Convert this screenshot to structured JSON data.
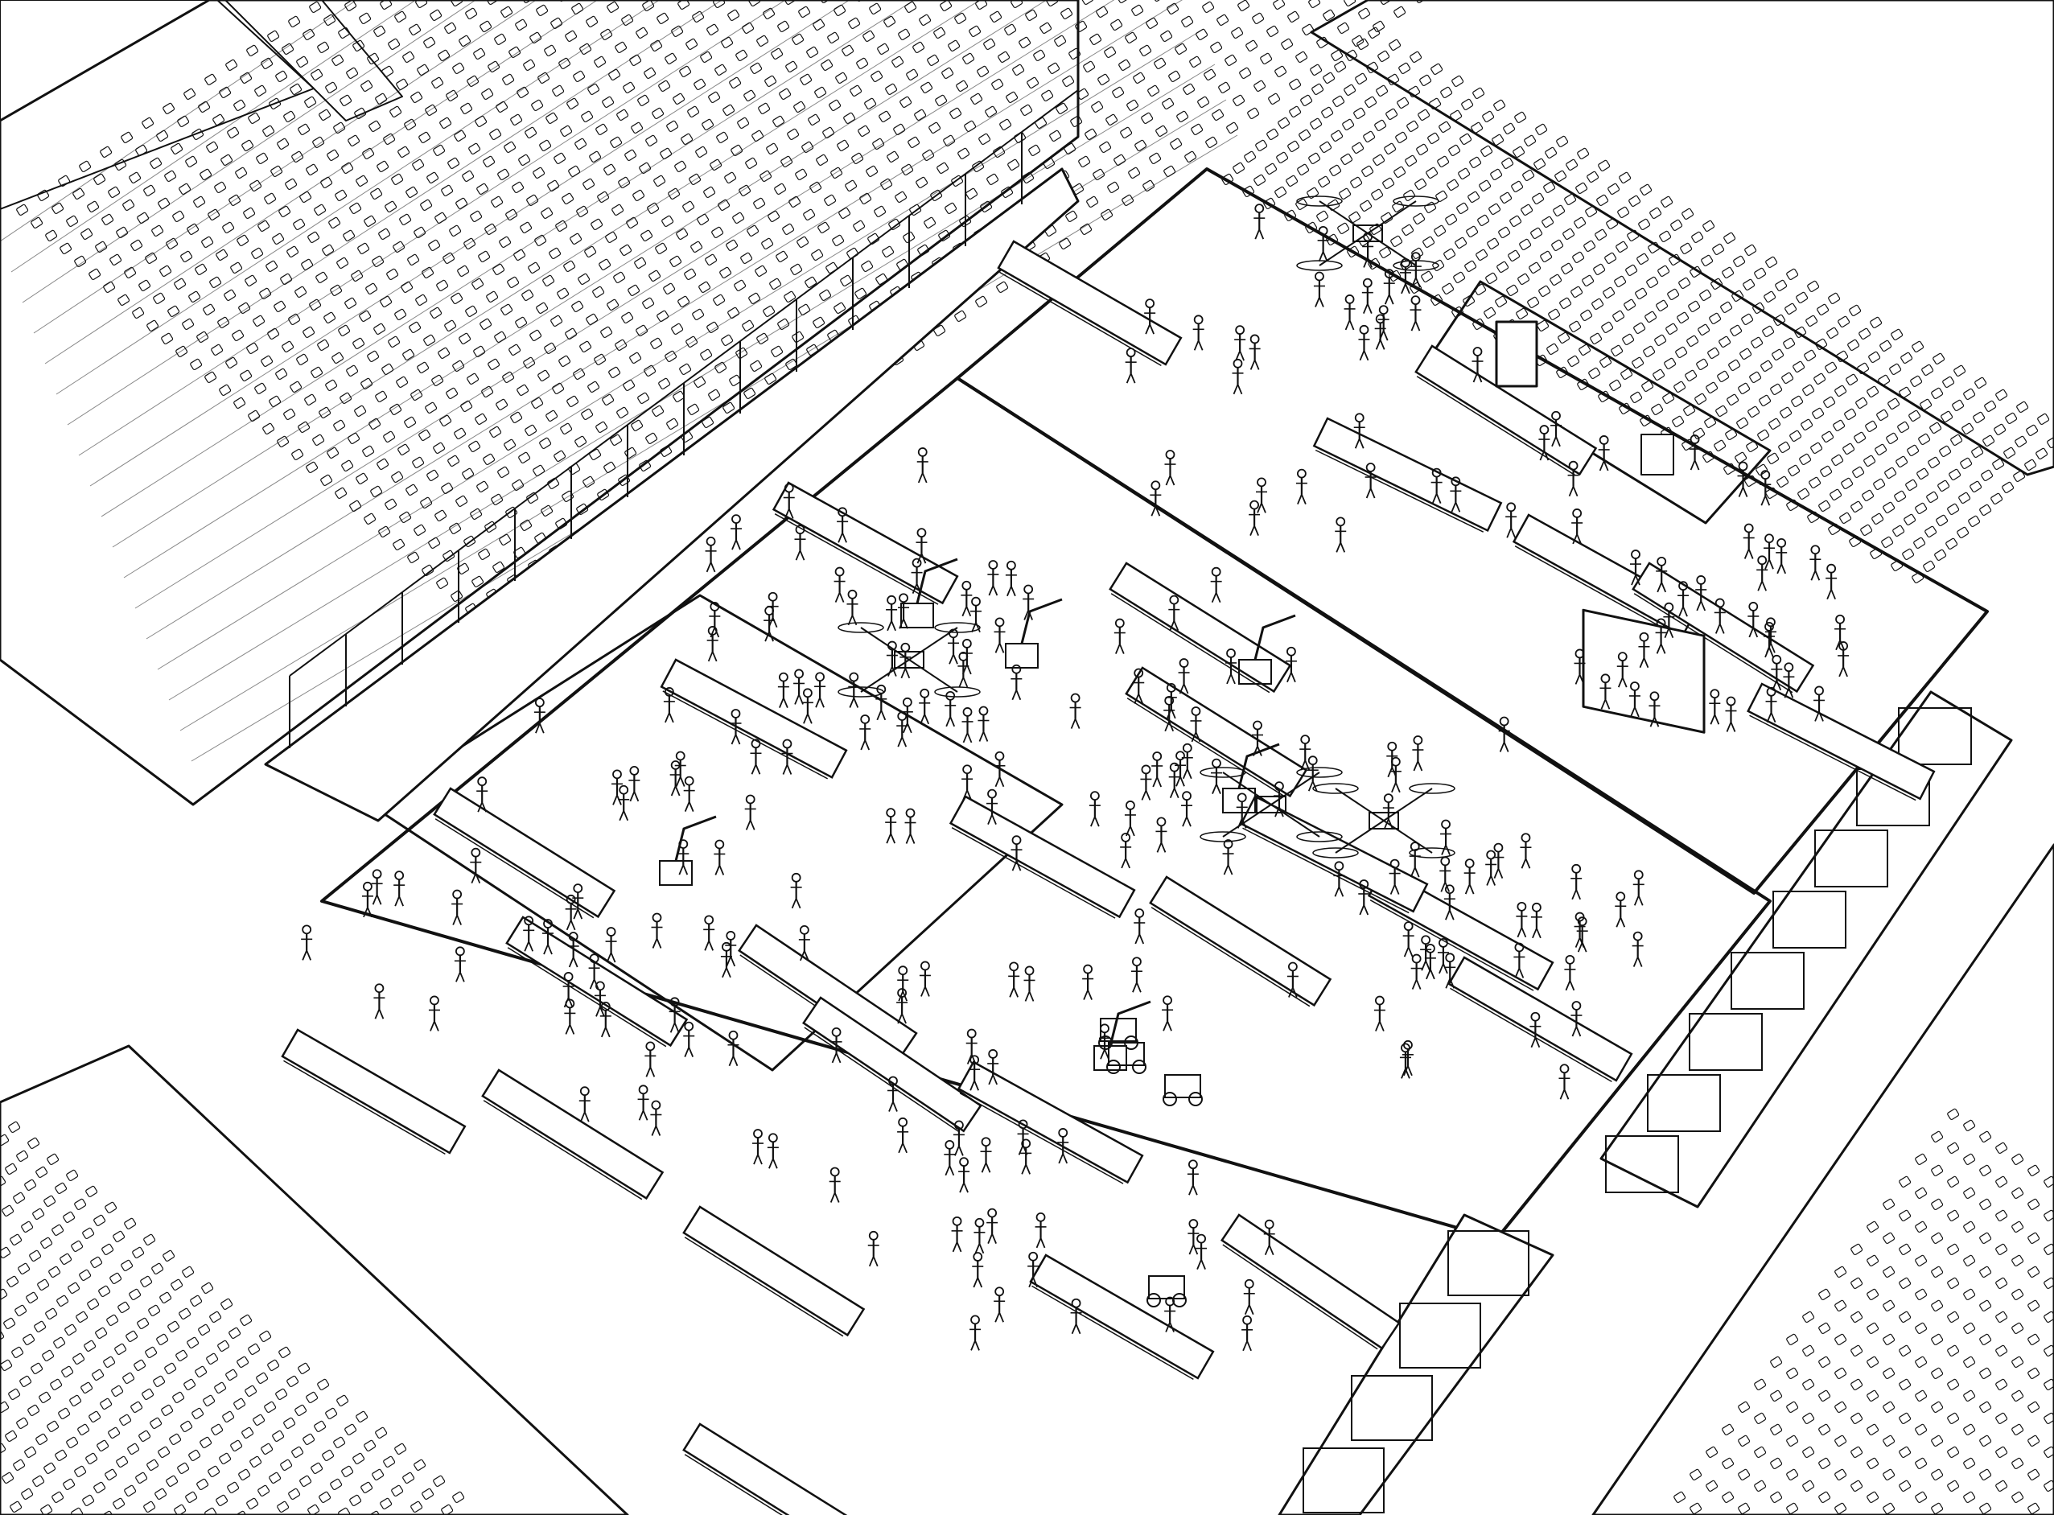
{
  "scene": {
    "kind": "line-art",
    "ink_color": "#111111",
    "paper_color": "#ffffff",
    "subjects": [
      "robotics-expo-hall",
      "spectator-stands",
      "exhibit-tables",
      "display-booths",
      "drones",
      "robotic-arms",
      "presentation-stage",
      "visitors"
    ]
  }
}
